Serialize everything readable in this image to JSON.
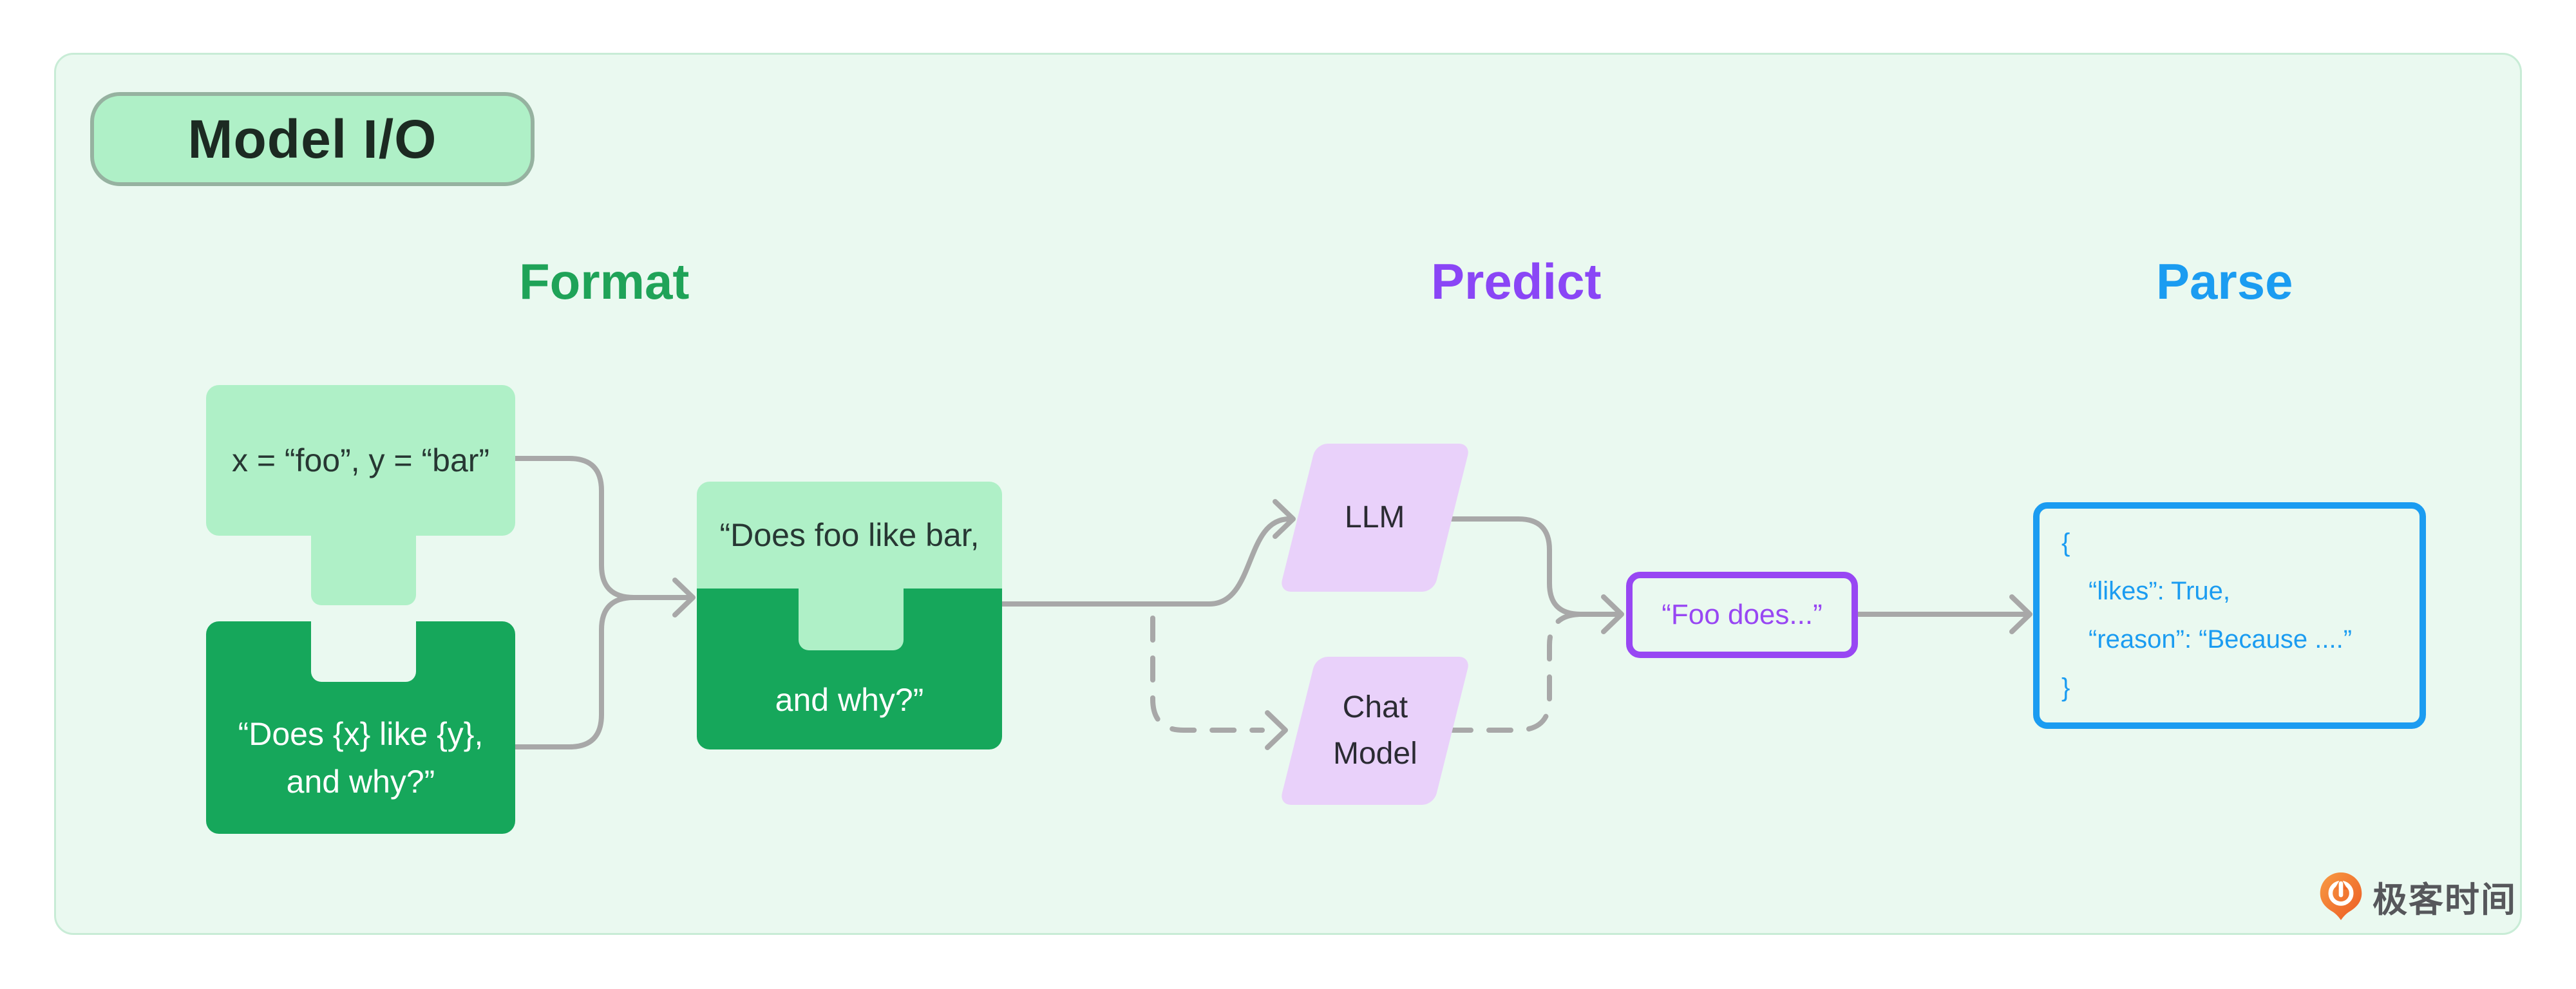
{
  "panel": {
    "badge": "Model I/O"
  },
  "columns": {
    "format": {
      "label": "Format",
      "color": "#1fa358"
    },
    "predict": {
      "label": "Predict",
      "color": "#8a46f6"
    },
    "parse": {
      "label": "Parse",
      "color": "#1b9cf1"
    }
  },
  "format": {
    "variables_block": {
      "text": "x = “foo”, y = “bar”",
      "fill": "#aff0c7"
    },
    "template_block": {
      "line1": "“Does {x} like {y},",
      "line2": "and why?”",
      "fill": "#16a75b"
    },
    "combined_block": {
      "top_text": "“Does foo like bar,",
      "bottom_text": "and why?”"
    }
  },
  "predict": {
    "llm_block": {
      "label": "LLM",
      "fill": "#e9d1fa"
    },
    "chat_model_block": {
      "line1": "Chat",
      "line2": "Model",
      "fill": "#e9d1fa"
    },
    "output_block": {
      "text": "“Foo does...”",
      "border_color": "#9847f3"
    }
  },
  "parse": {
    "output_box": {
      "border_color": "#1b9cf1",
      "lines": [
        "{",
        "“likes”: True,",
        "“reason”: “Because ....”",
        "}"
      ]
    }
  },
  "edges": [
    {
      "from": "variables-block",
      "to": "combined-prompt-block",
      "style": "solid"
    },
    {
      "from": "prompt-template-block",
      "to": "combined-prompt-block",
      "style": "solid"
    },
    {
      "from": "combined-prompt-block",
      "to": "llm-block",
      "style": "solid"
    },
    {
      "from": "combined-prompt-block",
      "to": "chat-model-block",
      "style": "dashed"
    },
    {
      "from": "llm-block",
      "to": "model-output-block",
      "style": "solid"
    },
    {
      "from": "chat-model-block",
      "to": "model-output-block",
      "style": "dashed"
    },
    {
      "from": "model-output-block",
      "to": "parsed-output-block",
      "style": "solid"
    }
  ],
  "brand": {
    "name": "极客时间"
  },
  "colors": {
    "canvas_bg": "#ffffff",
    "panel_bg": "#eaf9f0",
    "panel_border": "#c8ecd6",
    "badge_fill": "#aff0c7",
    "badge_border": "#96b2a0",
    "arrow": "#a8a8a8",
    "logo_orange": "#ee5f23"
  }
}
